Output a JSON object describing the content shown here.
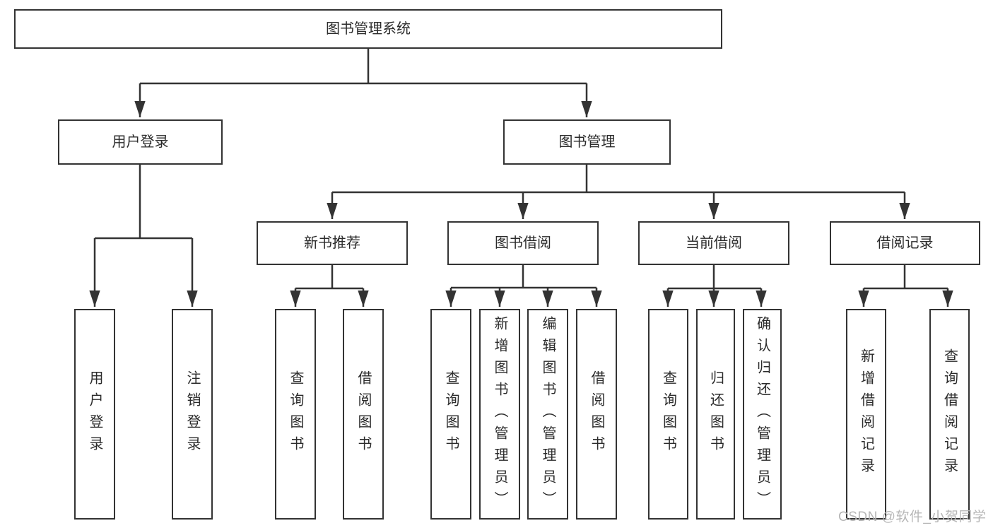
{
  "diagram": {
    "watermark": "CSDN @软件_小贺同学",
    "colors": {
      "line": "#333333",
      "text": "#2b2b2b",
      "watermark": "#b6b6b6",
      "background": "#ffffff"
    }
  },
  "nodes": {
    "root": "图书管理系统",
    "branches": {
      "user_login": {
        "label": "用户登录",
        "children": {
          "login": "用户登录",
          "logout": "注销登录"
        }
      },
      "book_management": {
        "label": "图书管理",
        "children": {
          "new_book_recommend": {
            "label": "新书推荐",
            "children": {
              "query_books": "查询图书",
              "borrow_books": "借阅图书"
            }
          },
          "book_borrow": {
            "label": "图书借阅",
            "children": {
              "query_books": "查询图书",
              "add_books": "新增图书（管理员）",
              "edit_books": "编辑图书（管理员）",
              "borrow_books": "借阅图书"
            }
          },
          "current_borrow": {
            "label": "当前借阅",
            "children": {
              "query_books": "查询图书",
              "return_books": "归还图书",
              "confirm_return": "确认归还（管理员）"
            }
          },
          "borrow_record": {
            "label": "借阅记录",
            "children": {
              "add_record": "新增借阅记录",
              "query_record": "查询借阅记录"
            }
          }
        }
      }
    }
  }
}
